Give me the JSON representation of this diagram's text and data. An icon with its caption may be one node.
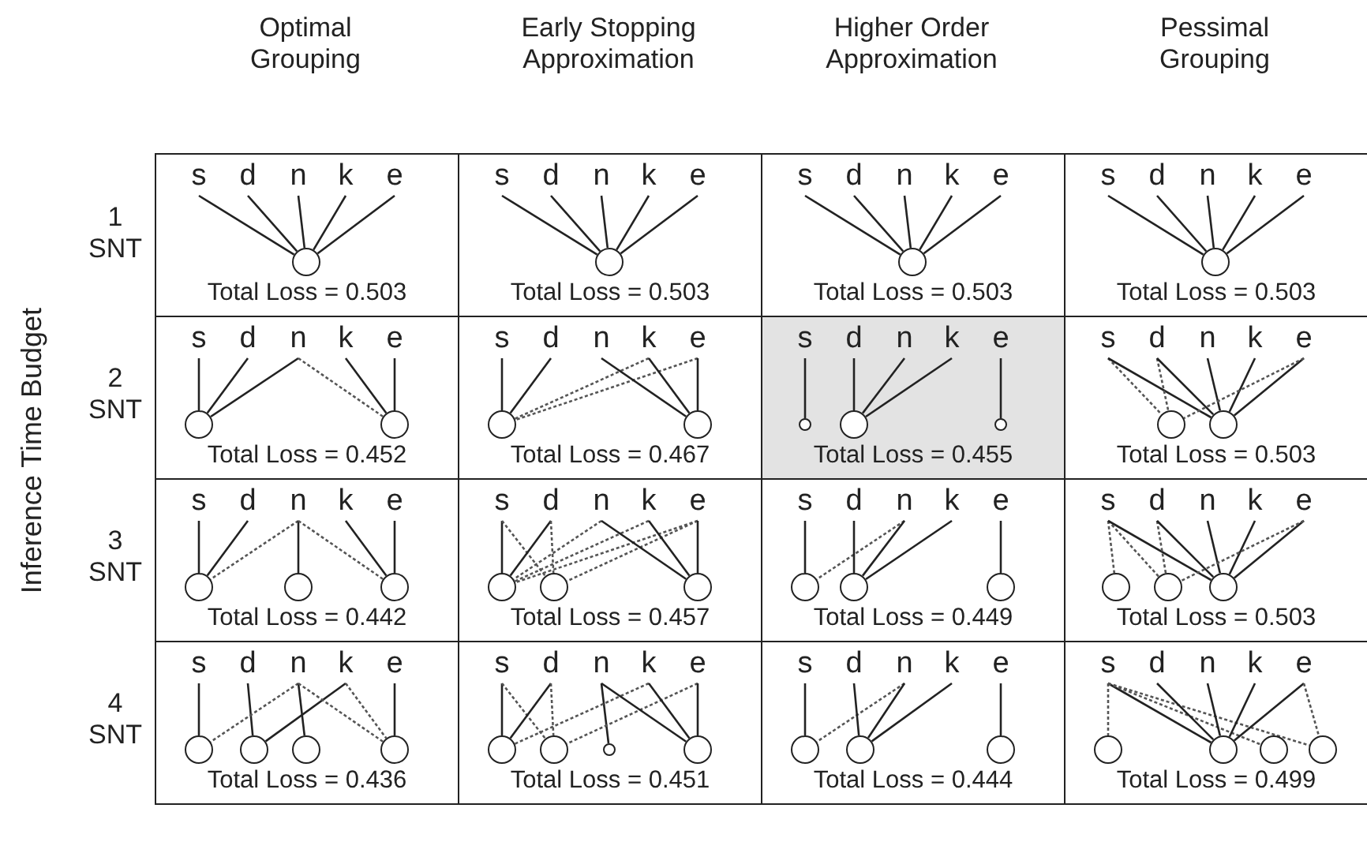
{
  "diagram": {
    "nodes": [
      {
        "text": [
          "Total Loss = 0.503"
        ]
      },
      {
        "text": [
          "s"
        ],
        "in": 0
      },
      {
        "text": [
          "d"
        ],
        "in": 0
      },
      {
        "text": [
          "n"
        ],
        "in": 0
      },
      {
        "text": [
          "k"
        ],
        "in": 0
      },
      {
        "text": [
          "e"
        ],
        "in": 0
      },
      {
        "text": [],
        "shape": "circle",
        "in": 0
      },
      {
        "text": [
          "Total Loss = 0.503"
        ]
      },
      {
        "text": [
          "s"
        ],
        "in": 7
      },
      {
        "text": [
          "d"
        ],
        "in": 7
      },
      {
        "text": [
          "n"
        ],
        "in": 7
      },
      {
        "text": [
          "k"
        ],
        "in": 7
      },
      {
        "text": [
          "e"
        ],
        "in": 7
      },
      {
        "text": [],
        "shape": "circle",
        "in": 7
      },
      {
        "text": [
          "Total Loss = 0.503"
        ]
      },
      {
        "text": [
          "s"
        ],
        "in": 14
      },
      {
        "text": [
          "d"
        ],
        "in": 14
      },
      {
        "text": [
          "n"
        ],
        "in": 14
      },
      {
        "text": [
          "k"
        ],
        "in": 14
      },
      {
        "text": [
          "e"
        ],
        "in": 14
      },
      {
        "text": [],
        "shape": "circle",
        "in": 14
      },
      {
        "text": [
          "Total Loss = 0.503"
        ]
      },
      {
        "text": [
          "s"
        ],
        "in": 21
      },
      {
        "text": [
          "d"
        ],
        "in": 21
      },
      {
        "text": [
          "n"
        ],
        "in": 21
      },
      {
        "text": [
          "k"
        ],
        "in": 21
      },
      {
        "text": [
          "e"
        ],
        "in": 21
      },
      {
        "text": [],
        "shape": "circle",
        "in": 21
      },
      {
        "text": [
          "Total Loss = 0.452"
        ]
      },
      {
        "text": [
          "s"
        ],
        "in": 28
      },
      {
        "text": [
          "d"
        ],
        "in": 28
      },
      {
        "text": [
          "n"
        ],
        "in": 28
      },
      {
        "text": [
          "k"
        ],
        "in": 28
      },
      {
        "text": [
          "e"
        ],
        "in": 28
      },
      {
        "text": [],
        "shape": "circle",
        "in": 28
      },
      {
        "text": [],
        "shape": "circle",
        "in": 28
      },
      {
        "text": [
          "Total Loss = 0.467"
        ]
      },
      {
        "text": [
          "s"
        ],
        "in": 36
      },
      {
        "text": [
          "d"
        ],
        "in": 36
      },
      {
        "text": [
          "n"
        ],
        "in": 36
      },
      {
        "text": [
          "k"
        ],
        "in": 36
      },
      {
        "text": [
          "e"
        ],
        "in": 36
      },
      {
        "text": [],
        "shape": "circle",
        "in": 36
      },
      {
        "text": [],
        "shape": "circle",
        "in": 36
      },
      {
        "text": [
          "Total Loss = 0.455"
        ]
      },
      {
        "text": [
          "s"
        ],
        "in": 44
      },
      {
        "text": [
          "d"
        ],
        "in": 44
      },
      {
        "text": [
          "n"
        ],
        "in": 44
      },
      {
        "text": [
          "k"
        ],
        "in": 44
      },
      {
        "text": [
          "e"
        ],
        "in": 44
      },
      {
        "text": [],
        "shape": "circle",
        "in": 44
      },
      {
        "text": [],
        "shape": "circle",
        "in": 44
      },
      {
        "text": [],
        "shape": "circle",
        "in": 44
      },
      {
        "text": [
          "Total Loss = 0.503"
        ]
      },
      {
        "text": [
          "s"
        ],
        "in": 53
      },
      {
        "text": [
          "d"
        ],
        "in": 53
      },
      {
        "text": [
          "n"
        ],
        "in": 53
      },
      {
        "text": [
          "k"
        ],
        "in": 53
      },
      {
        "text": [
          "e"
        ],
        "in": 53
      },
      {
        "text": [],
        "shape": "circle",
        "in": 53
      },
      {
        "text": [],
        "shape": "circle",
        "in": 53
      },
      {
        "text": [
          "Total Loss = 0.442"
        ]
      },
      {
        "text": [
          "s"
        ],
        "in": 61
      },
      {
        "text": [
          "d"
        ],
        "in": 61
      },
      {
        "text": [
          "n"
        ],
        "in": 61
      },
      {
        "text": [
          "k"
        ],
        "in": 61
      },
      {
        "text": [
          "e"
        ],
        "in": 61
      },
      {
        "text": [],
        "shape": "circle",
        "in": 61
      },
      {
        "text": [],
        "shape": "circle",
        "in": 61
      },
      {
        "text": [],
        "shape": "circle",
        "in": 61
      },
      {
        "text": [
          "Total Loss = 0.457"
        ]
      },
      {
        "text": [
          "s"
        ],
        "in": 70
      },
      {
        "text": [
          "d"
        ],
        "in": 70
      },
      {
        "text": [
          "n"
        ],
        "in": 70
      },
      {
        "text": [
          "k"
        ],
        "in": 70
      },
      {
        "text": [
          "e"
        ],
        "in": 70
      },
      {
        "text": [],
        "shape": "circle",
        "in": 70
      },
      {
        "text": [],
        "shape": "circle",
        "in": 70
      },
      {
        "text": [],
        "shape": "circle",
        "in": 70
      },
      {
        "text": [
          "Total Loss = 0.449"
        ]
      },
      {
        "text": [
          "s"
        ],
        "in": 79
      },
      {
        "text": [
          "d"
        ],
        "in": 79
      },
      {
        "text": [
          "n"
        ],
        "in": 79
      },
      {
        "text": [
          "k"
        ],
        "in": 79
      },
      {
        "text": [
          "e"
        ],
        "in": 79
      },
      {
        "text": [],
        "shape": "circle",
        "in": 79
      },
      {
        "text": [],
        "shape": "circle",
        "in": 79
      },
      {
        "text": [],
        "shape": "circle",
        "in": 79
      },
      {
        "text": [
          "Total Loss = 0.503"
        ]
      },
      {
        "text": [
          "s"
        ],
        "in": 88
      },
      {
        "text": [
          "d"
        ],
        "in": 88
      },
      {
        "text": [
          "n"
        ],
        "in": 88
      },
      {
        "text": [
          "k"
        ],
        "in": 88
      },
      {
        "text": [
          "e"
        ],
        "in": 88
      },
      {
        "text": [],
        "shape": "circle",
        "in": 88
      },
      {
        "text": [],
        "shape": "circle",
        "in": 88
      },
      {
        "text": [],
        "shape": "circle",
        "in": 88
      },
      {
        "text": [
          "Total Loss = 0.436"
        ]
      },
      {
        "text": [
          "s"
        ],
        "in": 97
      },
      {
        "text": [
          "d"
        ],
        "in": 97
      },
      {
        "text": [
          "n"
        ],
        "in": 97
      },
      {
        "text": [
          "k"
        ],
        "in": 97
      },
      {
        "text": [
          "e"
        ],
        "in": 97
      },
      {
        "text": [],
        "shape": "circle",
        "in": 97
      },
      {
        "text": [],
        "shape": "circle",
        "in": 97
      },
      {
        "text": [],
        "shape": "circle",
        "in": 97
      },
      {
        "text": [],
        "shape": "circle",
        "in": 97
      },
      {
        "text": [
          "Total Loss = 0.451"
        ]
      },
      {
        "text": [
          "s"
        ],
        "in": 107
      },
      {
        "text": [
          "d"
        ],
        "in": 107
      },
      {
        "text": [
          "n"
        ],
        "in": 107
      },
      {
        "text": [
          "k"
        ],
        "in": 107
      },
      {
        "text": [
          "e"
        ],
        "in": 107
      },
      {
        "text": [],
        "shape": "circle",
        "in": 107
      },
      {
        "text": [],
        "shape": "circle",
        "in": 107
      },
      {
        "text": [],
        "shape": "circle",
        "in": 107
      },
      {
        "text": [],
        "shape": "circle",
        "in": 107
      },
      {
        "text": [
          "Total Loss = 0.444"
        ]
      },
      {
        "text": [
          "s"
        ],
        "in": 117
      },
      {
        "text": [
          "d"
        ],
        "in": 117
      },
      {
        "text": [
          "n"
        ],
        "in": 117
      },
      {
        "text": [
          "k"
        ],
        "in": 117
      },
      {
        "text": [
          "e"
        ],
        "in": 117
      },
      {
        "text": [],
        "shape": "circle",
        "in": 117
      },
      {
        "text": [],
        "shape": "circle",
        "in": 117
      },
      {
        "text": [],
        "shape": "circle",
        "in": 117
      },
      {
        "text": [
          "Total Loss = 0.499"
        ]
      },
      {
        "text": [
          "s"
        ],
        "in": 126
      },
      {
        "text": [
          "d"
        ],
        "in": 126
      },
      {
        "text": [
          "n"
        ],
        "in": 126
      },
      {
        "text": [
          "k"
        ],
        "in": 126
      },
      {
        "text": [
          "e"
        ],
        "in": 126
      },
      {
        "text": [],
        "shape": "circle",
        "in": 126
      },
      {
        "text": [],
        "shape": "circle",
        "in": 126
      },
      {
        "text": [],
        "shape": "circle",
        "in": 126
      },
      {
        "text": [],
        "shape": "circle",
        "in": 126
      }
    ],
    "edges": [
      {
        "from": 1,
        "to": 6,
        "arrow": "none"
      },
      {
        "from": 2,
        "to": 6,
        "arrow": "none"
      },
      {
        "from": 3,
        "to": 6,
        "arrow": "none"
      },
      {
        "from": 4,
        "to": 6,
        "arrow": "none"
      },
      {
        "from": 5,
        "to": 6,
        "arrow": "none"
      },
      {
        "from": 8,
        "to": 13,
        "arrow": "none"
      },
      {
        "from": 9,
        "to": 13,
        "arrow": "none"
      },
      {
        "from": 10,
        "to": 13,
        "arrow": "none"
      },
      {
        "from": 11,
        "to": 13,
        "arrow": "none"
      },
      {
        "from": 12,
        "to": 13,
        "arrow": "none"
      },
      {
        "from": 15,
        "to": 20,
        "arrow": "none"
      },
      {
        "from": 16,
        "to": 20,
        "arrow": "none"
      },
      {
        "from": 17,
        "to": 20,
        "arrow": "none"
      },
      {
        "from": 18,
        "to": 20,
        "arrow": "none"
      },
      {
        "from": 19,
        "to": 20,
        "arrow": "none"
      },
      {
        "from": 22,
        "to": 27,
        "arrow": "none"
      },
      {
        "from": 23,
        "to": 27,
        "arrow": "none"
      },
      {
        "from": 24,
        "to": 27,
        "arrow": "none"
      },
      {
        "from": 25,
        "to": 27,
        "arrow": "none"
      },
      {
        "from": 26,
        "to": 27,
        "arrow": "none"
      },
      {
        "from": 29,
        "to": 34,
        "arrow": "none"
      },
      {
        "from": 30,
        "to": 34,
        "arrow": "none"
      },
      {
        "from": 31,
        "to": 34,
        "arrow": "none"
      },
      {
        "from": 31,
        "to": 35,
        "arrow": "none",
        "style": "dashed"
      },
      {
        "from": 32,
        "to": 35,
        "arrow": "none"
      },
      {
        "from": 33,
        "to": 35,
        "arrow": "none"
      },
      {
        "from": 37,
        "to": 42,
        "arrow": "none"
      },
      {
        "from": 38,
        "to": 42,
        "arrow": "none"
      },
      {
        "from": 40,
        "to": 42,
        "arrow": "none",
        "style": "dashed"
      },
      {
        "from": 41,
        "to": 42,
        "arrow": "none",
        "style": "dashed"
      },
      {
        "from": 39,
        "to": 43,
        "arrow": "none"
      },
      {
        "from": 40,
        "to": 43,
        "arrow": "none"
      },
      {
        "from": 41,
        "to": 43,
        "arrow": "none"
      },
      {
        "from": 45,
        "to": 50,
        "arrow": "none"
      },
      {
        "from": 46,
        "to": 51,
        "arrow": "none"
      },
      {
        "from": 47,
        "to": 51,
        "arrow": "none"
      },
      {
        "from": 48,
        "to": 51,
        "arrow": "none"
      },
      {
        "from": 49,
        "to": 52,
        "arrow": "none"
      },
      {
        "from": 54,
        "to": 59,
        "arrow": "none",
        "style": "dashed"
      },
      {
        "from": 54,
        "to": 60,
        "arrow": "none"
      },
      {
        "from": 55,
        "to": 59,
        "arrow": "none",
        "style": "dashed"
      },
      {
        "from": 55,
        "to": 60,
        "arrow": "none"
      },
      {
        "from": 56,
        "to": 60,
        "arrow": "none"
      },
      {
        "from": 57,
        "to": 60,
        "arrow": "none"
      },
      {
        "from": 58,
        "to": 60,
        "arrow": "none"
      },
      {
        "from": 58,
        "to": 59,
        "arrow": "none",
        "style": "dashed"
      },
      {
        "from": 62,
        "to": 67,
        "arrow": "none"
      },
      {
        "from": 63,
        "to": 67,
        "arrow": "none"
      },
      {
        "from": 64,
        "to": 67,
        "arrow": "none",
        "style": "dashed"
      },
      {
        "from": 64,
        "to": 68,
        "arrow": "none"
      },
      {
        "from": 64,
        "to": 69,
        "arrow": "none",
        "style": "dashed"
      },
      {
        "from": 65,
        "to": 69,
        "arrow": "none"
      },
      {
        "from": 66,
        "to": 69,
        "arrow": "none"
      },
      {
        "from": 71,
        "to": 76,
        "arrow": "none"
      },
      {
        "from": 71,
        "to": 77,
        "arrow": "none",
        "style": "dashed"
      },
      {
        "from": 72,
        "to": 76,
        "arrow": "none"
      },
      {
        "from": 72,
        "to": 77,
        "arrow": "none",
        "style": "dashed"
      },
      {
        "from": 73,
        "to": 76,
        "arrow": "none",
        "style": "dashed"
      },
      {
        "from": 74,
        "to": 76,
        "arrow": "none",
        "style": "dashed"
      },
      {
        "from": 75,
        "to": 76,
        "arrow": "none",
        "style": "dashed"
      },
      {
        "from": 75,
        "to": 77,
        "arrow": "none",
        "style": "dashed"
      },
      {
        "from": 73,
        "to": 78,
        "arrow": "none"
      },
      {
        "from": 74,
        "to": 78,
        "arrow": "none"
      },
      {
        "from": 75,
        "to": 78,
        "arrow": "none"
      },
      {
        "from": 80,
        "to": 85,
        "arrow": "none"
      },
      {
        "from": 82,
        "to": 85,
        "arrow": "none",
        "style": "dashed"
      },
      {
        "from": 81,
        "to": 86,
        "arrow": "none"
      },
      {
        "from": 82,
        "to": 86,
        "arrow": "none"
      },
      {
        "from": 83,
        "to": 86,
        "arrow": "none"
      },
      {
        "from": 84,
        "to": 87,
        "arrow": "none"
      },
      {
        "from": 89,
        "to": 94,
        "arrow": "none",
        "style": "dashed"
      },
      {
        "from": 89,
        "to": 95,
        "arrow": "none",
        "style": "dashed"
      },
      {
        "from": 89,
        "to": 96,
        "arrow": "none"
      },
      {
        "from": 90,
        "to": 95,
        "arrow": "none",
        "style": "dashed"
      },
      {
        "from": 90,
        "to": 96,
        "arrow": "none"
      },
      {
        "from": 91,
        "to": 96,
        "arrow": "none"
      },
      {
        "from": 92,
        "to": 96,
        "arrow": "none"
      },
      {
        "from": 93,
        "to": 96,
        "arrow": "none"
      },
      {
        "from": 93,
        "to": 95,
        "arrow": "none",
        "style": "dashed"
      },
      {
        "from": 98,
        "to": 103,
        "arrow": "none"
      },
      {
        "from": 99,
        "to": 104,
        "arrow": "none"
      },
      {
        "from": 101,
        "to": 104,
        "arrow": "none"
      },
      {
        "from": 100,
        "to": 103,
        "arrow": "none",
        "style": "dashed"
      },
      {
        "from": 100,
        "to": 105,
        "arrow": "none"
      },
      {
        "from": 100,
        "to": 106,
        "arrow": "none",
        "style": "dashed"
      },
      {
        "from": 101,
        "to": 106,
        "arrow": "none",
        "style": "dashed"
      },
      {
        "from": 102,
        "to": 106,
        "arrow": "none"
      },
      {
        "from": 108,
        "to": 113,
        "arrow": "none"
      },
      {
        "from": 108,
        "to": 114,
        "arrow": "none",
        "style": "dashed"
      },
      {
        "from": 109,
        "to": 113,
        "arrow": "none"
      },
      {
        "from": 109,
        "to": 114,
        "arrow": "none",
        "style": "dashed"
      },
      {
        "from": 110,
        "to": 115,
        "arrow": "none"
      },
      {
        "from": 111,
        "to": 113,
        "arrow": "none",
        "style": "dashed"
      },
      {
        "from": 112,
        "to": 114,
        "arrow": "none",
        "style": "dashed"
      },
      {
        "from": 110,
        "to": 116,
        "arrow": "none"
      },
      {
        "from": 111,
        "to": 116,
        "arrow": "none"
      },
      {
        "from": 112,
        "to": 116,
        "arrow": "none"
      },
      {
        "from": 118,
        "to": 123,
        "arrow": "none"
      },
      {
        "from": 120,
        "to": 123,
        "arrow": "none",
        "style": "dashed"
      },
      {
        "from": 119,
        "to": 124,
        "arrow": "none"
      },
      {
        "from": 120,
        "to": 124,
        "arrow": "none"
      },
      {
        "from": 121,
        "to": 124,
        "arrow": "none"
      },
      {
        "from": 122,
        "to": 125,
        "arrow": "none"
      },
      {
        "from": 127,
        "to": 132,
        "arrow": "none",
        "style": "dashed"
      },
      {
        "from": 127,
        "to": 133,
        "arrow": "none"
      },
      {
        "from": 127,
        "to": 134,
        "arrow": "none",
        "style": "dashed"
      },
      {
        "from": 127,
        "to": 135,
        "arrow": "none",
        "style": "dashed"
      },
      {
        "from": 128,
        "to": 133,
        "arrow": "none"
      },
      {
        "from": 129,
        "to": 133,
        "arrow": "none"
      },
      {
        "from": 130,
        "to": 133,
        "arrow": "none"
      },
      {
        "from": 131,
        "to": 133,
        "arrow": "none"
      },
      {
        "from": 131,
        "to": 135,
        "arrow": "none",
        "style": "dashed"
      }
    ],
    "labels": [
      "Optimal Grouping",
      "Early Stopping Approximation",
      "Higher Order Approximation",
      "Pessimal Grouping",
      "Inference Time Budget",
      "1 SNT",
      "2 SNT",
      "3 SNT",
      "4 SNT"
    ]
  }
}
